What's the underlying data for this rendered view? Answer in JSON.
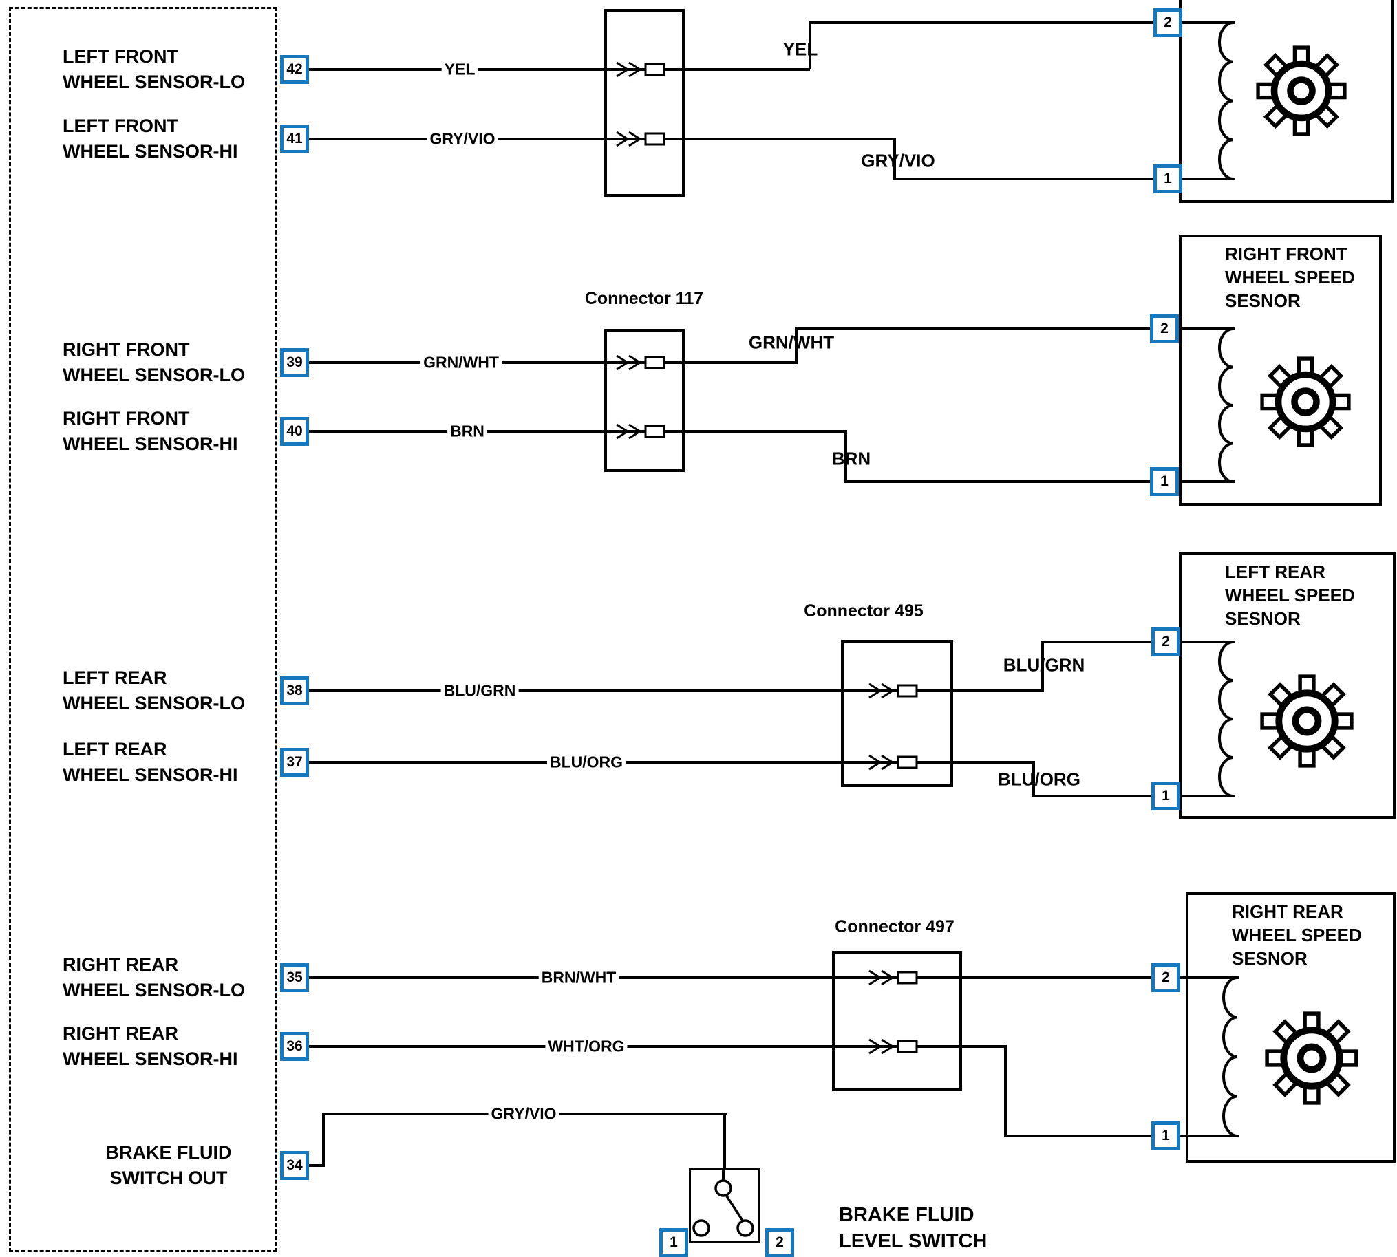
{
  "colors": {
    "pin_border": "#1878be",
    "wire": "#000000"
  },
  "module": {
    "pins": [
      {
        "line1": "LEFT FRONT",
        "line2": "WHEEL SENSOR-LO",
        "num": "42"
      },
      {
        "line1": "LEFT FRONT",
        "line2": "WHEEL SENSOR-HI",
        "num": "41"
      },
      {
        "line1": "RIGHT FRONT",
        "line2": "WHEEL SENSOR-LO",
        "num": "39"
      },
      {
        "line1": "RIGHT FRONT",
        "line2": "WHEEL SENSOR-HI",
        "num": "40"
      },
      {
        "line1": "LEFT REAR",
        "line2": "WHEEL SENSOR-LO",
        "num": "38"
      },
      {
        "line1": "LEFT REAR",
        "line2": "WHEEL SENSOR-HI",
        "num": "37"
      },
      {
        "line1": "RIGHT REAR",
        "line2": "WHEEL SENSOR-LO",
        "num": "35"
      },
      {
        "line1": "RIGHT REAR",
        "line2": "WHEEL SENSOR-HI",
        "num": "36"
      },
      {
        "line1": "BRAKE FLUID",
        "line2": "SWITCH OUT",
        "num": "34"
      }
    ]
  },
  "connectors": {
    "c117": {
      "label": "Connector 117"
    },
    "c495": {
      "label": "Connector 495"
    },
    "c497": {
      "label": "Connector 497"
    }
  },
  "wire_labels": {
    "yel": "YEL",
    "gry_vio": "GRY/VIO",
    "grn_wht": "GRN/WHT",
    "brn": "BRN",
    "blu_grn": "BLU/GRN",
    "blu_org": "BLU/ORG",
    "brn_wht": "BRN/WHT",
    "wht_org": "WHT/ORG"
  },
  "sensors": {
    "left_front": {
      "pin_top": "2",
      "pin_bottom": "1"
    },
    "right_front": {
      "line1": "RIGHT FRONT",
      "line2": "WHEEL SPEED",
      "line3": "SESNOR",
      "pin_top": "2",
      "pin_bottom": "1"
    },
    "left_rear": {
      "line1": "LEFT REAR",
      "line2": "WHEEL SPEED",
      "line3": "SESNOR",
      "pin_top": "2",
      "pin_bottom": "1"
    },
    "right_rear": {
      "line1": "RIGHT REAR",
      "line2": "WHEEL SPEED",
      "line3": "SESNOR",
      "pin_top": "2",
      "pin_bottom": "1"
    }
  },
  "brake_switch": {
    "line1": "BRAKE FLUID",
    "line2": "LEVEL SWITCH",
    "pin_left": "1",
    "pin_right": "2"
  }
}
